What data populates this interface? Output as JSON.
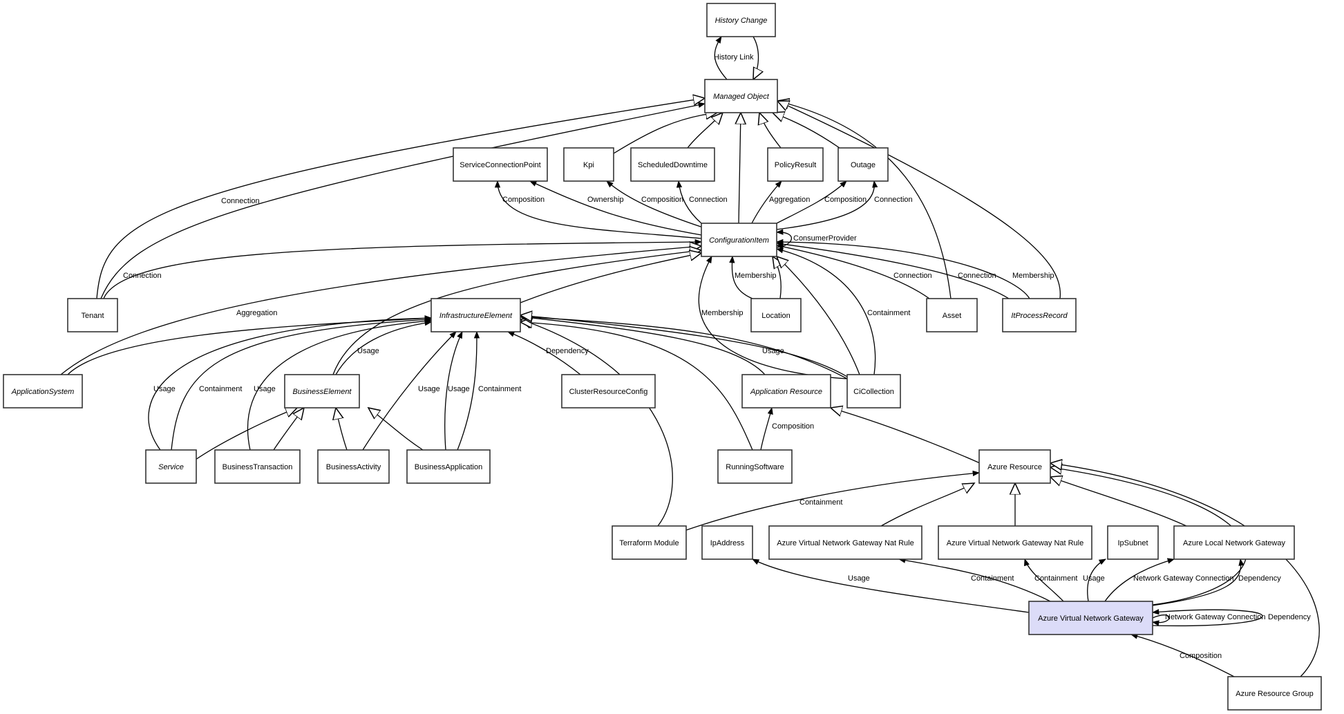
{
  "diagram": {
    "highlight_color": "#dcdcf8",
    "nodes": [
      {
        "id": "history_change",
        "label": "History Change",
        "abstract": true
      },
      {
        "id": "managed_object",
        "label": "Managed Object",
        "abstract": true
      },
      {
        "id": "scp",
        "label": "ServiceConnectionPoint",
        "abstract": false
      },
      {
        "id": "kpi",
        "label": "Kpi",
        "abstract": false
      },
      {
        "id": "scheduled_downtime",
        "label": "ScheduledDowntime",
        "abstract": false
      },
      {
        "id": "policy_result",
        "label": "PolicyResult",
        "abstract": false
      },
      {
        "id": "outage",
        "label": "Outage",
        "abstract": false
      },
      {
        "id": "ci",
        "label": "ConfigurationItem",
        "abstract": true
      },
      {
        "id": "tenant",
        "label": "Tenant",
        "abstract": false
      },
      {
        "id": "infra",
        "label": "InfrastructureElement",
        "abstract": true
      },
      {
        "id": "location",
        "label": "Location",
        "abstract": false
      },
      {
        "id": "asset",
        "label": "Asset",
        "abstract": false
      },
      {
        "id": "itpr",
        "label": "ItProcessRecord",
        "abstract": true
      },
      {
        "id": "appsys",
        "label": "ApplicationSystem",
        "abstract": true
      },
      {
        "id": "bizel",
        "label": "BusinessElement",
        "abstract": true
      },
      {
        "id": "crc",
        "label": "ClusterResourceConfig",
        "abstract": false
      },
      {
        "id": "appres",
        "label": "Application Resource",
        "abstract": true
      },
      {
        "id": "cicoll",
        "label": "CiCollection",
        "abstract": false
      },
      {
        "id": "service",
        "label": "Service",
        "abstract": true
      },
      {
        "id": "biztx",
        "label": "BusinessTransaction",
        "abstract": false
      },
      {
        "id": "bizact",
        "label": "BusinessActivity",
        "abstract": false
      },
      {
        "id": "bizapp",
        "label": "BusinessApplication",
        "abstract": false
      },
      {
        "id": "runsw",
        "label": "RunningSoftware",
        "abstract": false
      },
      {
        "id": "azres",
        "label": "Azure Resource",
        "abstract": false
      },
      {
        "id": "terraform",
        "label": "Terraform Module",
        "abstract": false
      },
      {
        "id": "ipaddr",
        "label": "IpAddress",
        "abstract": false
      },
      {
        "id": "natrule1",
        "label": "Azure Virtual Network Gateway Nat Rule",
        "abstract": false
      },
      {
        "id": "natrule2",
        "label": "Azure Virtual Network Gateway Nat Rule",
        "abstract": false
      },
      {
        "id": "ipsubnet",
        "label": "IpSubnet",
        "abstract": false
      },
      {
        "id": "localgw",
        "label": "Azure Local Network Gateway",
        "abstract": false
      },
      {
        "id": "avng",
        "label": "Azure Virtual Network Gateway",
        "abstract": false,
        "highlight": true
      },
      {
        "id": "arg",
        "label": "Azure Resource Group",
        "abstract": false
      }
    ],
    "edges": [
      {
        "from": "managed_object",
        "to": "history_change",
        "type": "association",
        "label": "History Link"
      },
      {
        "from": "history_change",
        "to": "managed_object",
        "type": "inheritance",
        "label": ""
      },
      {
        "from": "tenant",
        "to": "managed_object",
        "type": "inheritance",
        "label": ""
      },
      {
        "from": "tenant",
        "to": "managed_object",
        "type": "association",
        "label": "Connection"
      },
      {
        "from": "kpi",
        "to": "managed_object",
        "type": "inheritance",
        "label": ""
      },
      {
        "from": "scheduled_downtime",
        "to": "managed_object",
        "type": "inheritance",
        "label": ""
      },
      {
        "from": "ci",
        "to": "managed_object",
        "type": "inheritance",
        "label": ""
      },
      {
        "from": "policy_result",
        "to": "managed_object",
        "type": "inheritance",
        "label": ""
      },
      {
        "from": "outage",
        "to": "managed_object",
        "type": "inheritance",
        "label": ""
      },
      {
        "from": "asset",
        "to": "managed_object",
        "type": "inheritance",
        "label": ""
      },
      {
        "from": "itpr",
        "to": "managed_object",
        "type": "inheritance",
        "label": ""
      },
      {
        "from": "ci",
        "to": "scp",
        "type": "association",
        "label": "Composition"
      },
      {
        "from": "ci",
        "to": "scp",
        "type": "association",
        "label": "Ownership"
      },
      {
        "from": "ci",
        "to": "kpi",
        "type": "association",
        "label": "Composition"
      },
      {
        "from": "ci",
        "to": "scheduled_downtime",
        "type": "association",
        "label": "Connection"
      },
      {
        "from": "ci",
        "to": "policy_result",
        "type": "association",
        "label": "Aggregation"
      },
      {
        "from": "ci",
        "to": "outage",
        "type": "association",
        "label": "Composition"
      },
      {
        "from": "ci",
        "to": "outage",
        "type": "association",
        "label": "Connection"
      },
      {
        "from": "ci",
        "to": "ci",
        "type": "association",
        "label": "ConsumerProvider"
      },
      {
        "from": "tenant",
        "to": "ci",
        "type": "association",
        "label": "Connection"
      },
      {
        "from": "appsys",
        "to": "ci",
        "type": "inheritance",
        "label": ""
      },
      {
        "from": "bizel",
        "to": "ci",
        "type": "inheritance",
        "label": ""
      },
      {
        "from": "infra",
        "to": "ci",
        "type": "inheritance",
        "label": ""
      },
      {
        "from": "location",
        "to": "ci",
        "type": "association",
        "label": "Membership"
      },
      {
        "from": "location",
        "to": "ci",
        "type": "inheritance",
        "label": ""
      },
      {
        "from": "cicoll",
        "to": "ci",
        "type": "association",
        "label": "Membership"
      },
      {
        "from": "cicoll",
        "to": "ci",
        "type": "inheritance",
        "label": ""
      },
      {
        "from": "cicoll",
        "to": "ci",
        "type": "association",
        "label": "Containment"
      },
      {
        "from": "asset",
        "to": "ci",
        "type": "association",
        "label": "Connection"
      },
      {
        "from": "itpr",
        "to": "ci",
        "type": "association",
        "label": "Connection"
      },
      {
        "from": "itpr",
        "to": "ci",
        "type": "association",
        "label": "Membership"
      },
      {
        "from": "appsys",
        "to": "infra",
        "type": "association",
        "label": "Aggregation"
      },
      {
        "from": "service",
        "to": "infra",
        "type": "association",
        "label": "Usage"
      },
      {
        "from": "service",
        "to": "infra",
        "type": "association",
        "label": "Containment"
      },
      {
        "from": "biztx",
        "to": "infra",
        "type": "association",
        "label": "Usage"
      },
      {
        "from": "bizel",
        "to": "infra",
        "type": "association",
        "label": "Usage"
      },
      {
        "from": "bizact",
        "to": "infra",
        "type": "association",
        "label": "Usage"
      },
      {
        "from": "bizapp",
        "to": "infra",
        "type": "association",
        "label": "Usage"
      },
      {
        "from": "bizapp",
        "to": "infra",
        "type": "association",
        "label": "Containment"
      },
      {
        "from": "crc",
        "to": "infra",
        "type": "association",
        "label": "Dependency"
      },
      {
        "from": "terraform",
        "to": "infra",
        "type": "inheritance",
        "label": ""
      },
      {
        "from": "runsw",
        "to": "infra",
        "type": "inheritance",
        "label": ""
      },
      {
        "from": "appres",
        "to": "infra",
        "type": "inheritance",
        "label": ""
      },
      {
        "from": "cicoll",
        "to": "infra",
        "type": "association",
        "label": "Usage"
      },
      {
        "from": "cicoll",
        "to": "infra",
        "type": "inheritance",
        "label": ""
      },
      {
        "from": "service",
        "to": "bizel",
        "type": "inheritance",
        "label": ""
      },
      {
        "from": "biztx",
        "to": "bizel",
        "type": "inheritance",
        "label": ""
      },
      {
        "from": "bizact",
        "to": "bizel",
        "type": "inheritance",
        "label": ""
      },
      {
        "from": "bizapp",
        "to": "bizel",
        "type": "inheritance",
        "label": ""
      },
      {
        "from": "runsw",
        "to": "appres",
        "type": "association",
        "label": "Composition"
      },
      {
        "from": "azres",
        "to": "appres",
        "type": "inheritance",
        "label": ""
      },
      {
        "from": "terraform",
        "to": "azres",
        "type": "association",
        "label": "Containment"
      },
      {
        "from": "natrule1",
        "to": "azres",
        "type": "inheritance",
        "label": ""
      },
      {
        "from": "natrule2",
        "to": "azres",
        "type": "inheritance",
        "label": ""
      },
      {
        "from": "localgw",
        "to": "azres",
        "type": "inheritance",
        "label": ""
      },
      {
        "from": "avng",
        "to": "azres",
        "type": "inheritance",
        "label": ""
      },
      {
        "from": "arg",
        "to": "azres",
        "type": "inheritance",
        "label": ""
      },
      {
        "from": "avng",
        "to": "ipaddr",
        "type": "association",
        "label": "Usage"
      },
      {
        "from": "avng",
        "to": "natrule1",
        "type": "association",
        "label": "Containment"
      },
      {
        "from": "avng",
        "to": "natrule2",
        "type": "association",
        "label": "Containment"
      },
      {
        "from": "avng",
        "to": "ipsubnet",
        "type": "association",
        "label": "Usage"
      },
      {
        "from": "avng",
        "to": "localgw",
        "type": "association",
        "label": "Network Gateway Connection"
      },
      {
        "from": "avng",
        "to": "localgw",
        "type": "association",
        "label": "Dependency"
      },
      {
        "from": "avng",
        "to": "avng",
        "type": "association",
        "label": "Network Gateway Connection"
      },
      {
        "from": "avng",
        "to": "avng",
        "type": "association",
        "label": "Dependency"
      },
      {
        "from": "arg",
        "to": "avng",
        "type": "association",
        "label": "Composition"
      }
    ]
  }
}
